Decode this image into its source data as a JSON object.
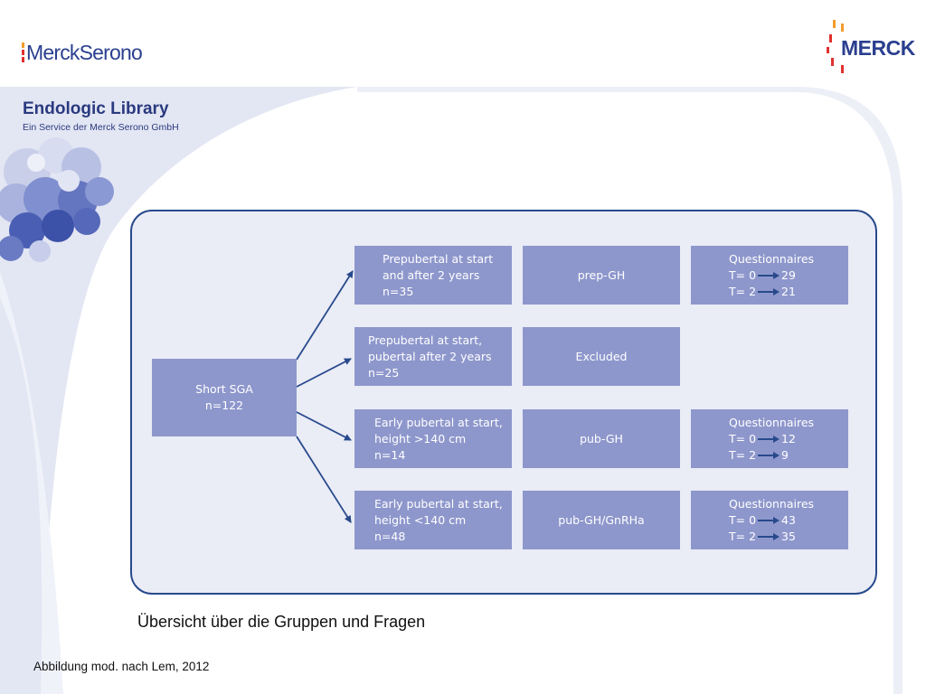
{
  "header": {
    "logo_left": "MerckSerono",
    "logo_right": "MERCK",
    "library_title": "Endologic Library",
    "library_subtitle": "Ein Service der Merck Serono GmbH"
  },
  "colors": {
    "box_fill": "#8e97cc",
    "panel_border": "#284a8c",
    "panel_fill": "#eaecf6",
    "brand_red": "#e2302d",
    "brand_orange": "#f39c2b",
    "brand_blue": "#2a3f8f"
  },
  "diagram": {
    "source": {
      "line1": "Short SGA",
      "line2": "n=122"
    },
    "rows": [
      {
        "group": [
          "Prepubertal at start",
          "and after 2 years",
          "n=35"
        ],
        "treatment": "prep-GH",
        "questionnaires": {
          "title": "Questionnaires",
          "t0_label": "T= 0",
          "t0_value": "29",
          "t2_label": "T= 2",
          "t2_value": "21"
        }
      },
      {
        "group": [
          "Prepubertal at start,",
          "pubertal after 2 years",
          "n=25"
        ],
        "treatment": "Excluded"
      },
      {
        "group": [
          "Early pubertal at start,",
          "height >140 cm",
          "n=14"
        ],
        "treatment": "pub-GH",
        "questionnaires": {
          "title": "Questionnaires",
          "t0_label": "T= 0",
          "t0_value": "12",
          "t2_label": "T= 2",
          "t2_value": "9"
        }
      },
      {
        "group": [
          "Early pubertal at start,",
          "height <140 cm",
          "n=48"
        ],
        "treatment": "pub-GH/GnRHa",
        "questionnaires": {
          "title": "Questionnaires",
          "t0_label": "T= 0",
          "t0_value": "43",
          "t2_label": "T= 2",
          "t2_value": "35"
        }
      }
    ]
  },
  "caption": "Übersicht über die Gruppen und Fragen",
  "source_note": "Abbildung mod. nach Lem, 2012"
}
